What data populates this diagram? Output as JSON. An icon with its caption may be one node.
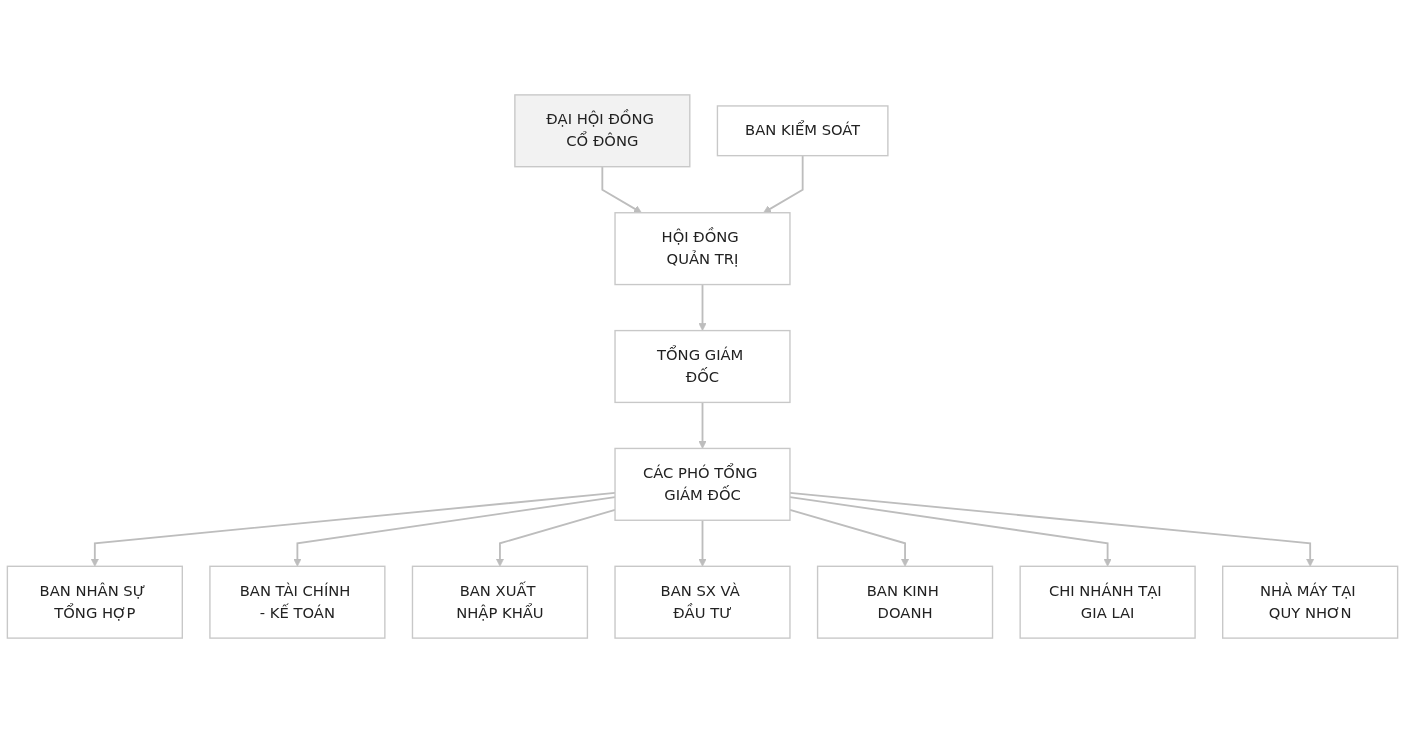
{
  "diagram": {
    "nodes": [
      {
        "text": [
          "ĐẠI HỘI ĐỒNG CỔ ĐÔNG"
        ]
      },
      {
        "text": [
          "BAN KIỂM SOÁT"
        ]
      },
      {
        "text": [
          "HỘI ĐỒNG QUẢN TRỊ"
        ]
      },
      {
        "text": [
          "TỔNG GIÁM ĐỐC"
        ]
      },
      {
        "text": [
          "CÁC PHÓ TỔNG GIÁM ĐỐC"
        ]
      },
      {
        "text": [
          "BAN NHÂN SỰ TỔNG HỢP"
        ]
      },
      {
        "text": [
          "BAN TÀI CHÍNH - KẾ TOÁN"
        ]
      },
      {
        "text": [
          "BAN XUẤT NHẬP KHẨU"
        ]
      },
      {
        "text": [
          "BAN SX VÀ ĐẦU TƯ"
        ]
      },
      {
        "text": [
          "BAN KINH DOANH"
        ]
      },
      {
        "text": [
          "CHI NHÁNH TẠI GIA LAI"
        ]
      },
      {
        "text": [
          "NHÀ MÁY TẠI QUY NHƠN"
        ]
      }
    ],
    "edges": [
      {
        "from": 0,
        "to": 2,
        "arrow": "to"
      },
      {
        "from": 1,
        "to": 2,
        "arrow": "to"
      },
      {
        "from": 2,
        "to": 3,
        "arrow": "to"
      },
      {
        "from": 3,
        "to": 4,
        "arrow": "to"
      },
      {
        "from": 4,
        "to": 5,
        "arrow": "to"
      },
      {
        "from": 4,
        "to": 6,
        "arrow": "to"
      },
      {
        "from": 4,
        "to": 7,
        "arrow": "to"
      },
      {
        "from": 4,
        "to": 8,
        "arrow": "to"
      },
      {
        "from": 4,
        "to": 9,
        "arrow": "to"
      },
      {
        "from": 4,
        "to": 10,
        "arrow": "to"
      },
      {
        "from": 4,
        "to": 11,
        "arrow": "to"
      }
    ]
  }
}
